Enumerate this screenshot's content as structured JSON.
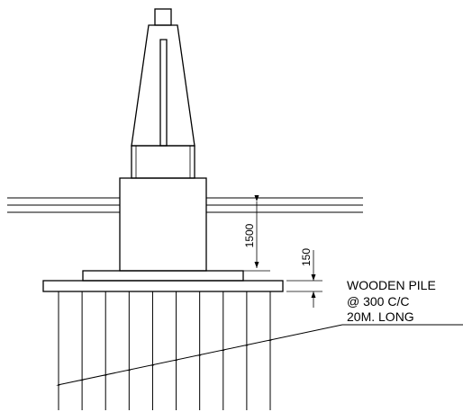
{
  "dimensions": {
    "height_1500": "1500",
    "height_150": "150"
  },
  "note": {
    "line1": "WOODEN PILE",
    "line2": "@ 300 C/C",
    "line3": "20M. LONG"
  },
  "piles": {
    "count": 10
  }
}
